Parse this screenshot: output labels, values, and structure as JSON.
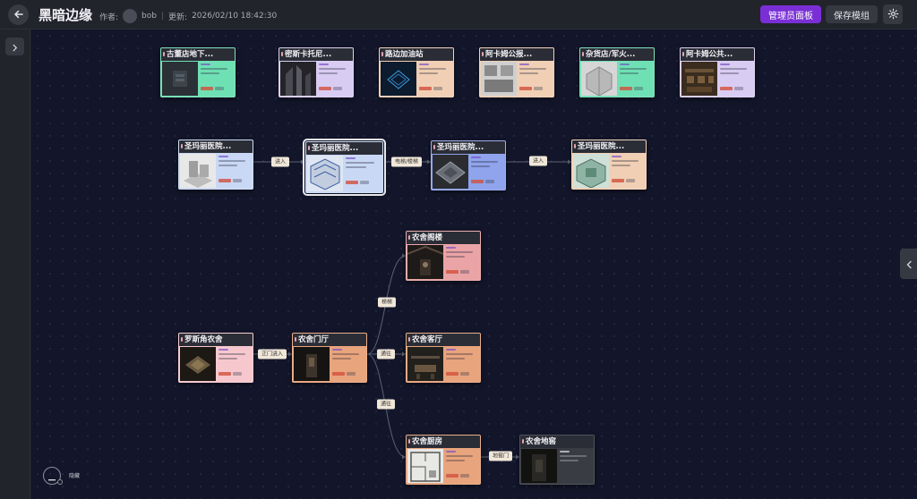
{
  "header": {
    "title": "黑暗边缘",
    "author_label": "作者:",
    "author_name": "bob",
    "separator": "|",
    "updated_label": "更新:",
    "updated_time": "2026/02/10 18:42:30",
    "admin_button": "管理员面板",
    "save_button": "保存模组"
  },
  "colors": {
    "admin_accent": "#7a2fd6",
    "canvas_bg": "#13162a",
    "edge_label_bg": "#f0e7d8",
    "node_green": "#6fe0b4",
    "node_lavender": "#d9ccf2",
    "node_peach": "#f0cfb4",
    "node_blue": "#c9d8f4",
    "node_pink": "#f6c8ce",
    "node_orange": "#e8a47c"
  },
  "icons": {
    "back": "arrow-left-icon",
    "expand": "chevron-right-icon",
    "collapse": "chevron-left-icon",
    "settings": "gear-icon",
    "zoom": "zoom-icon"
  },
  "nodes": {
    "n1": {
      "title": "古董店地下...",
      "color": "#6fe0b4"
    },
    "n2": {
      "title": "密斯卡托尼...",
      "color": "#d9ccf2"
    },
    "n3": {
      "title": "路边加油站",
      "color": "#f0cfb4"
    },
    "n4": {
      "title": "阿卡姆公报...",
      "color": "#f0cfb4"
    },
    "n5": {
      "title": "杂货店/军火...",
      "color": "#6fe0b4"
    },
    "n6": {
      "title": "阿卡姆公共...",
      "color": "#d9ccf2"
    },
    "n7": {
      "title": "圣玛丽医院...",
      "color": "#c9d8f4"
    },
    "n8": {
      "title": "圣玛丽医院...",
      "color": "#c9d8f4"
    },
    "n9": {
      "title": "圣玛丽医院...",
      "color": "#8fa4ec"
    },
    "n10": {
      "title": "圣玛丽医院...",
      "color": "#f0cfb4"
    },
    "n11": {
      "title": "农舍阁楼",
      "color": "#eaa4a6"
    },
    "n12": {
      "title": "罗斯角农舍",
      "color": "#f6c8ce"
    },
    "n13": {
      "title": "农舍门厅",
      "color": "#e8a47c"
    },
    "n14": {
      "title": "农舍客厅",
      "color": "#e8a47c"
    },
    "n15": {
      "title": "农舍厨房",
      "color": "#e8a47c"
    },
    "n16": {
      "title": "农舍地窖",
      "color": "#3a3c44"
    }
  },
  "edge_labels": {
    "e1": "进入",
    "e2": "电梯/楼梯",
    "e3": "进入",
    "e4": "梯梯",
    "e5": "正门进入",
    "e6": "通往",
    "e7": "通往",
    "e8": "地窖门"
  },
  "footer": {
    "hide_label": "隐藏"
  }
}
